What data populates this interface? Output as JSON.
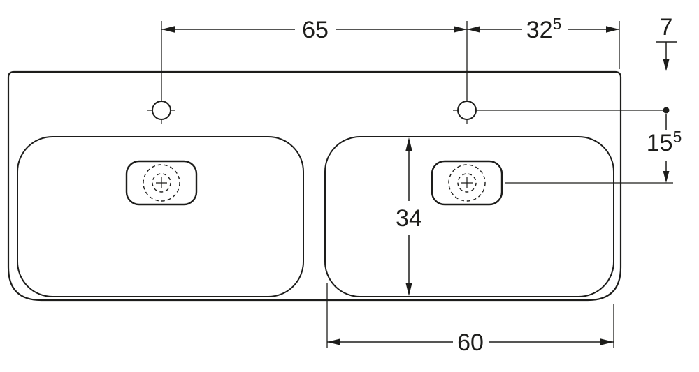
{
  "colors": {
    "line": "#1d1d1b",
    "background": "#ffffff"
  },
  "dims": {
    "d65": {
      "value": "65"
    },
    "d32_5": {
      "value": "32",
      "sup": "5"
    },
    "d7": {
      "value": "7"
    },
    "d15_5": {
      "value": "15",
      "sup": "5"
    },
    "d34": {
      "value": "34"
    },
    "d60": {
      "value": "60"
    }
  }
}
